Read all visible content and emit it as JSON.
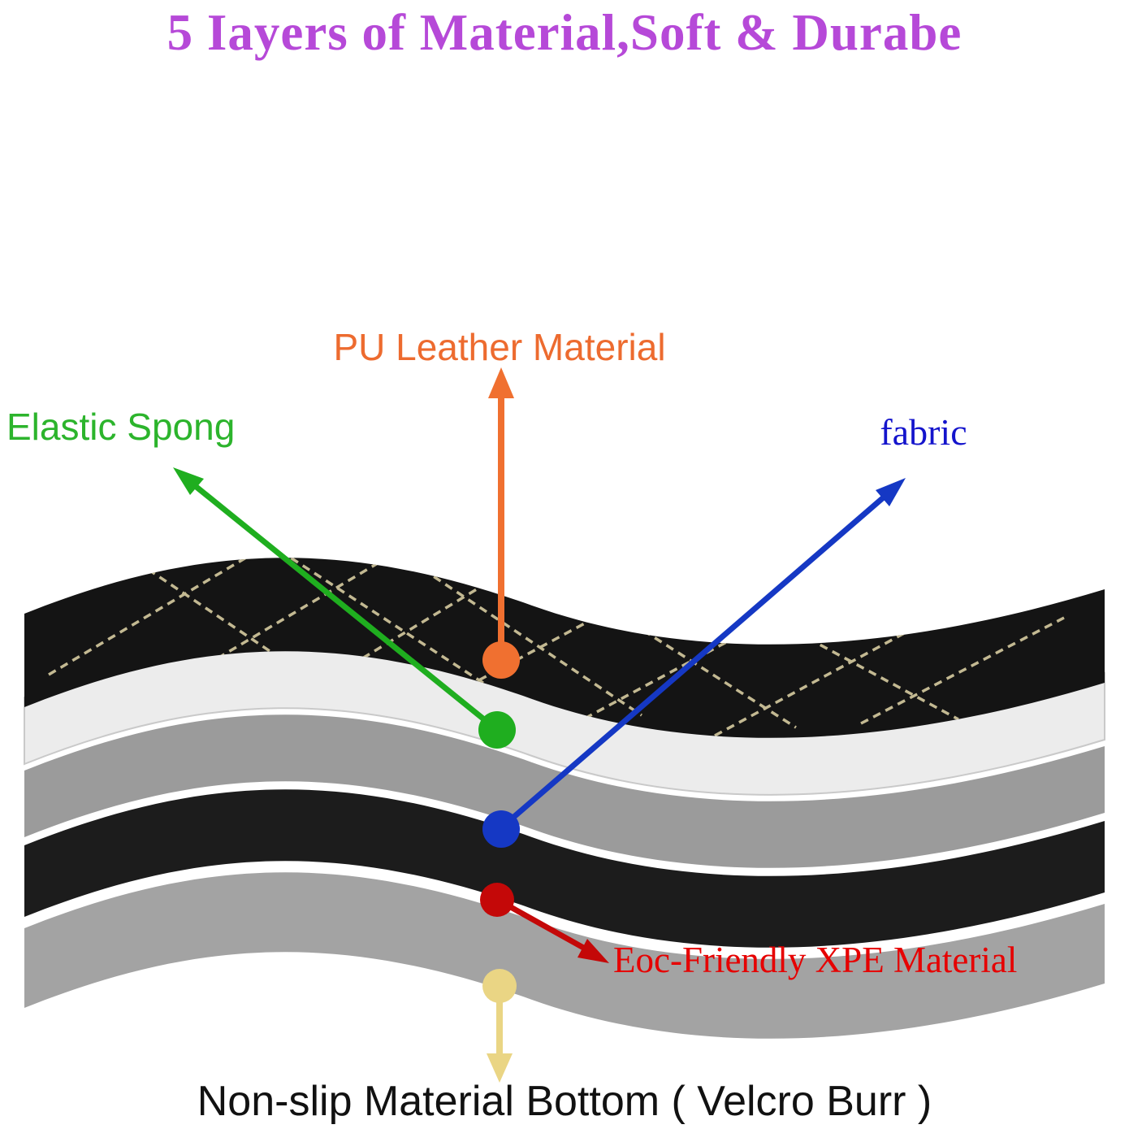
{
  "title": {
    "text": "5 Iayers of Material,Soft & Durabe",
    "color": "#b649d8"
  },
  "callouts": [
    {
      "id": "pu_leather",
      "label": "PU Leather Material",
      "color": "#ed6b2f",
      "marker": "orange-dot",
      "arrow": "up-to-label"
    },
    {
      "id": "elastic_spong",
      "label": "Elastic Spong",
      "color": "#2cb42c",
      "marker": "green-dot",
      "arrow": "up-left-to-label"
    },
    {
      "id": "fabric",
      "label": "fabric",
      "color": "#1414cc",
      "marker": "blue-dot",
      "arrow": "up-right-to-label"
    },
    {
      "id": "xpe",
      "label": "Eoc-Friendly XPE Material",
      "color": "#e60000",
      "marker": "red-dot",
      "arrow": "down-right-to-label"
    },
    {
      "id": "non_slip",
      "label": "Non-slip Material Bottom ( Velcro Burr )",
      "color": "#111111",
      "marker": "yellow-dot",
      "arrow": "down-to-label"
    }
  ],
  "layers": [
    {
      "name": "quilted PU leather top",
      "color": "#141414",
      "stitch_color": "#d6cba0"
    },
    {
      "name": "elastic sponge",
      "color": "#ececec"
    },
    {
      "name": "fabric layer",
      "color": "#9b9b9b"
    },
    {
      "name": "XPE layer",
      "color": "#1c1c1c"
    },
    {
      "name": "non-slip bottom",
      "color": "#a3a3a3"
    }
  ],
  "marker_colors": {
    "orange": "#f07030",
    "green": "#1fae1f",
    "blue": "#1538c4",
    "red": "#c40808",
    "yellow": "#ead584"
  }
}
